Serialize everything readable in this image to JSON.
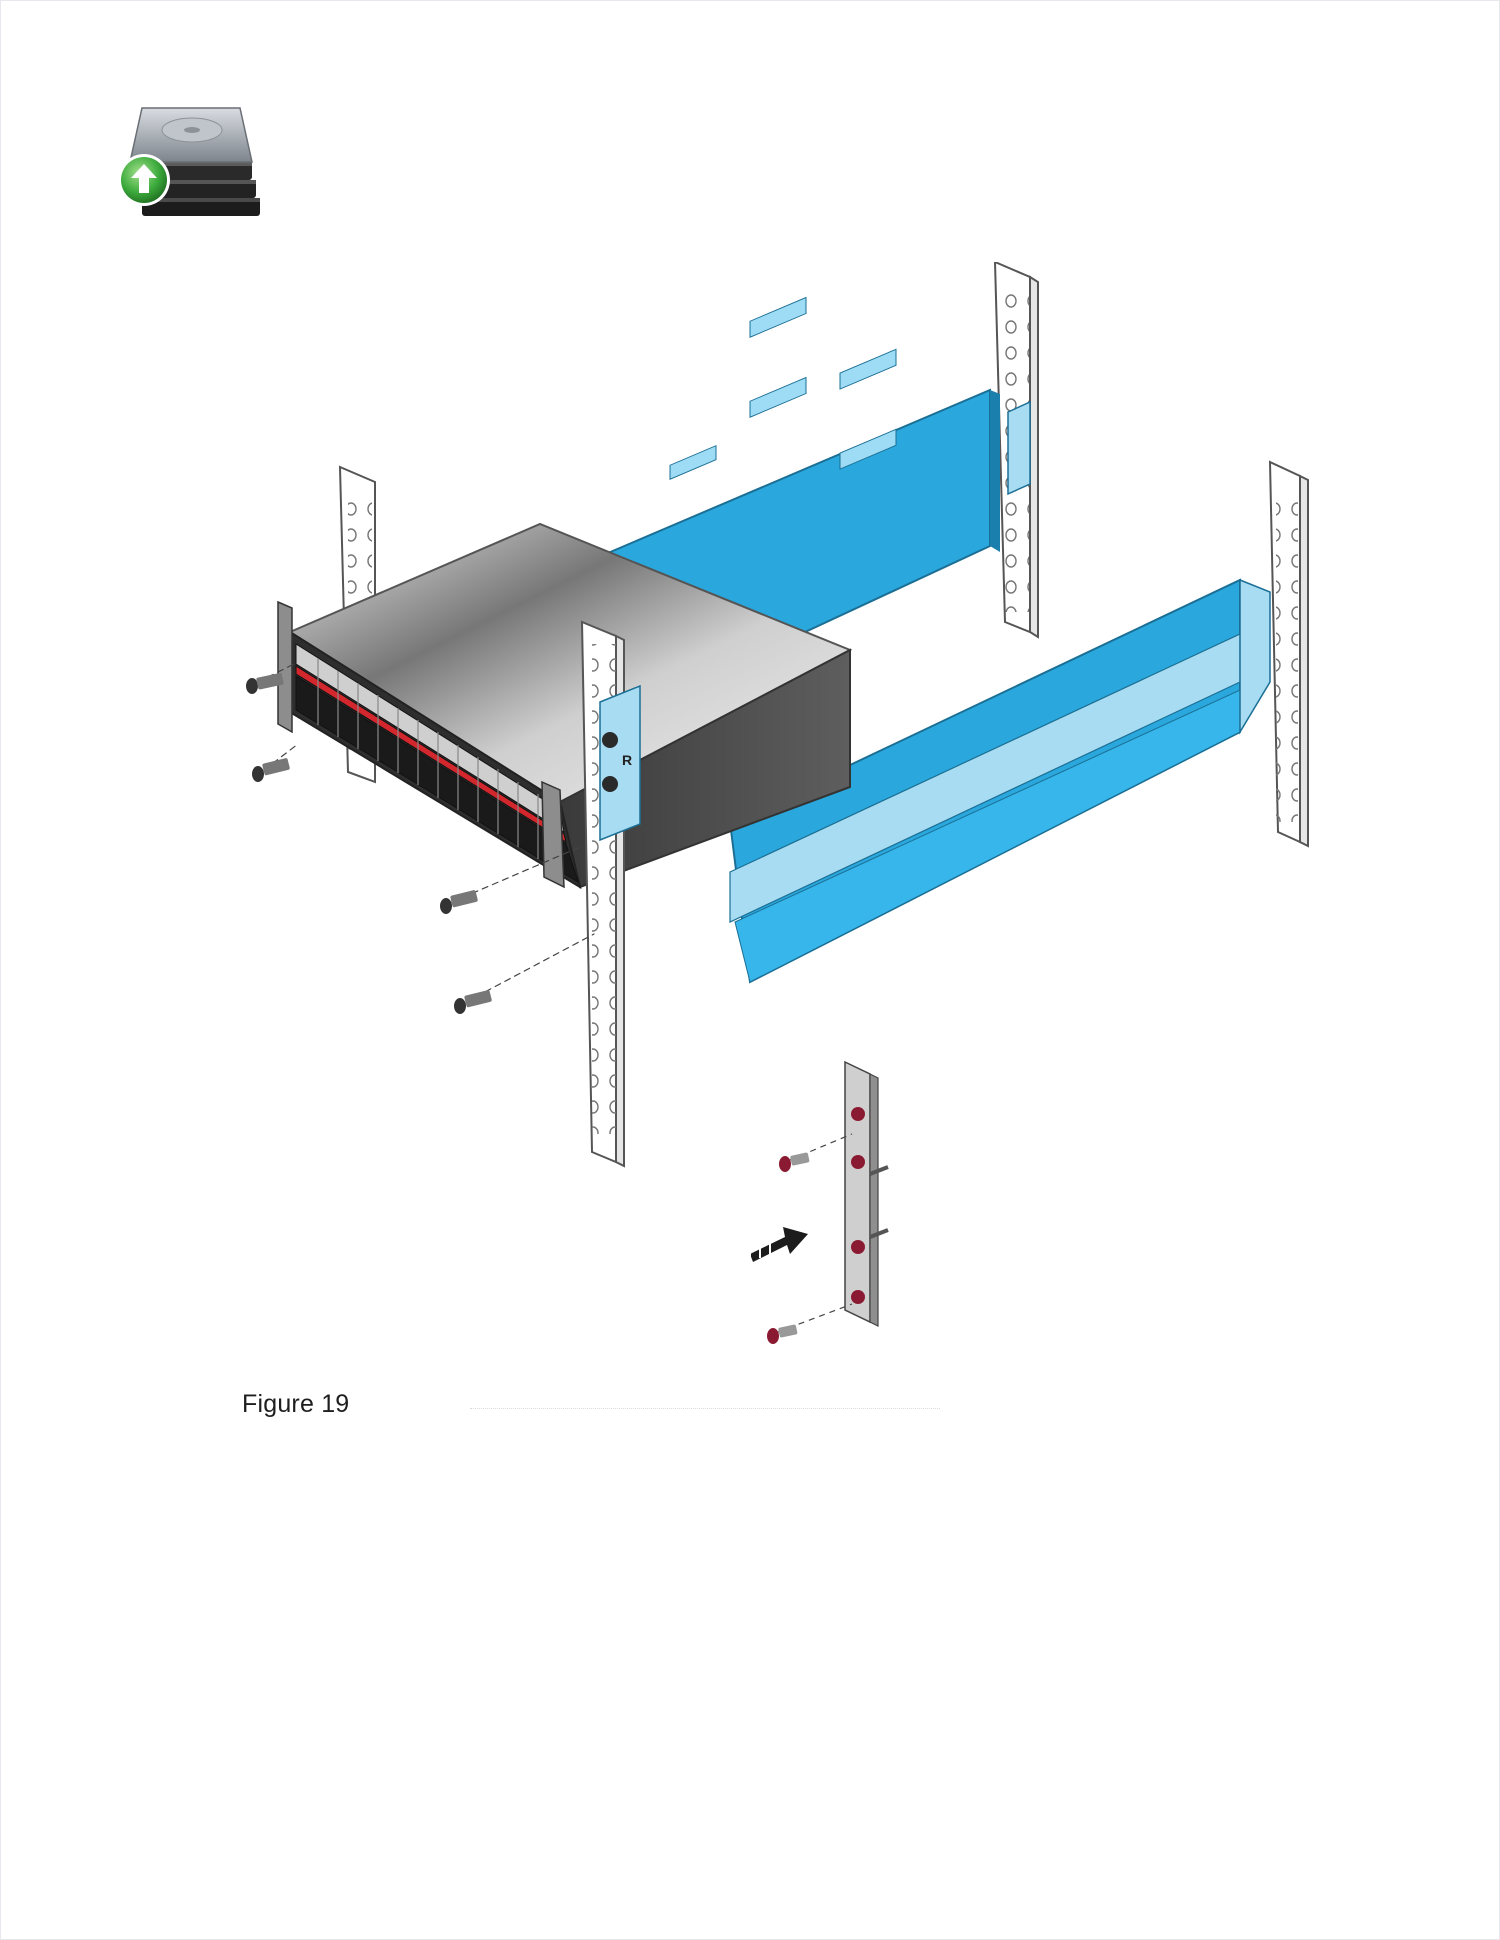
{
  "document": {
    "figure_caption": "Figure 19",
    "rail_label": "R",
    "logo_icon": "hard-drive-upload-icon",
    "figure_icon": "server-rack-rail-installation-diagram",
    "colors": {
      "rail_blue": "#2aa8dd",
      "rail_light": "#a8dcf2",
      "chassis_gray": "#9a9a9a",
      "drive_accent_red": "#d3272e",
      "screw_red": "#8a1a32",
      "logo_green": "#3dab3d"
    }
  }
}
